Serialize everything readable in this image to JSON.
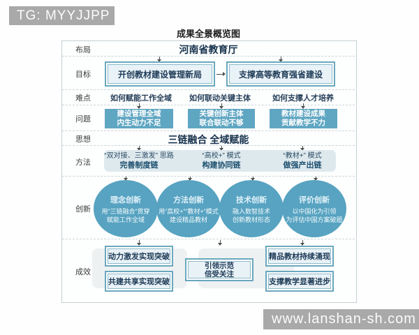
{
  "watermark": {
    "tg": "TG: MYYJJPP",
    "site": "www.lanshan-sh.com"
  },
  "title": "成果全景概览图",
  "colors": {
    "teal_fill": "#5fa6c2",
    "ellipse_fill": "#57a3c1",
    "light_box_fill": "#e9f2f7",
    "box_border": "#6aa8be",
    "method_band": "#dee9ee",
    "navy_text": "#17324d",
    "badge_gray": "#a9a9a9"
  },
  "rows": {
    "layout": {
      "label": "布局",
      "value": "河南省教育厅"
    },
    "goal": {
      "label": "目标",
      "boxes": [
        "开创教材建设管理新局",
        "支撑高等教育强省建设"
      ]
    },
    "difficulty": {
      "label": "难点",
      "items": [
        "如何赋能工作全域",
        "如何联动关键主体",
        "如何支撑人才培养"
      ]
    },
    "problem": {
      "label": "问题",
      "boxes": [
        {
          "line1": "建设管理全域",
          "line2": "内生动力不足"
        },
        {
          "line1": "关键创新主体",
          "line2": "联合联动不够"
        },
        {
          "line1": "教材建设成果",
          "line2": "贡献教学不力"
        }
      ]
    },
    "idea": {
      "label": "思想",
      "value": "三链融合 全域赋能"
    },
    "method": {
      "label": "方法",
      "items": [
        {
          "line1": "“双对接、三激发” 思路",
          "line2": "完善制度链"
        },
        {
          "line1": "“高校+” 模式",
          "line2": "构建协同链"
        },
        {
          "line1": "“教材+” 模式",
          "line2": "做强产出链"
        }
      ]
    },
    "innovation": {
      "label": "创新",
      "ellipses": [
        {
          "title": "理念创新",
          "line1": "用“三链融合”贯穿",
          "line2": "赋能工作全域"
        },
        {
          "title": "方法创新",
          "line1": "用“高校+”“教材+”模式",
          "line2": "建设精品教材"
        },
        {
          "title": "技术创新",
          "line1": "融入数智技术",
          "line2": "创新教材形态"
        },
        {
          "title": "评价创新",
          "line1": "以中国化为引领",
          "line2": "为评估中国方案破题"
        }
      ]
    },
    "result": {
      "label": "成效",
      "left": [
        "动力激发实现突破",
        "共建共享实现突破"
      ],
      "center": {
        "line1": "引领示范",
        "line2": "倍受关注"
      },
      "right": [
        "精品教材持续涌现",
        "支撑教学显著进步"
      ]
    }
  }
}
